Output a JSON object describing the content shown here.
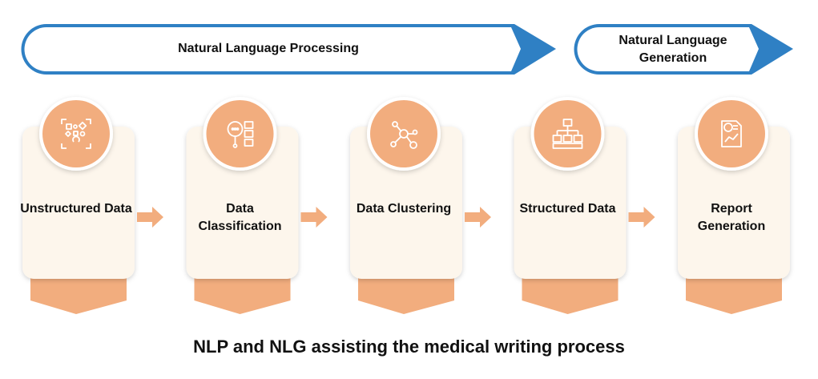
{
  "banners": [
    {
      "label": "Natural Language Processing"
    },
    {
      "label": "Natural Language Generation"
    }
  ],
  "steps": [
    {
      "label": "Unstructured Data",
      "icon": "unstructured-shapes-icon"
    },
    {
      "label": "Data Classification",
      "icon": "classification-icon"
    },
    {
      "label": "Data Clustering",
      "icon": "cluster-network-icon"
    },
    {
      "label": "Structured Data",
      "icon": "hierarchy-icon"
    },
    {
      "label": "Report Generation",
      "icon": "report-chart-icon"
    }
  ],
  "caption": "NLP and NLG assisting the medical writing process",
  "colors": {
    "blue": "#2F80C4",
    "orange": "#F2AD7E",
    "cream": "#FDF6EC"
  }
}
